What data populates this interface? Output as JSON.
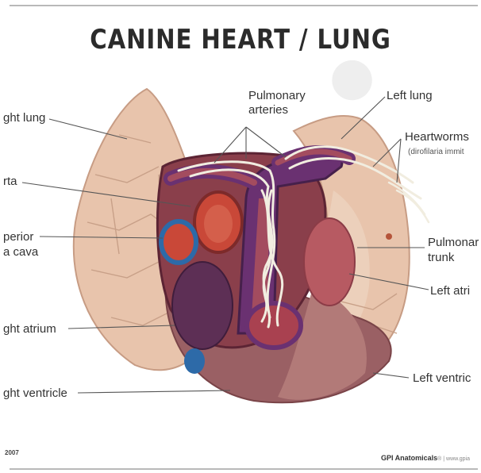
{
  "title": "CANINE HEART / LUNG",
  "labels": {
    "right_lung": "ght lung",
    "pulmonary_arteries_1": "Pulmonary",
    "pulmonary_arteries_2": "arteries",
    "left_lung": "Left lung",
    "heartworms": "Heartworms",
    "heartworms_sci": "(dirofilaria immit",
    "aorta": "rta",
    "superior_vena_cava_1": "perior",
    "superior_vena_cava_2": "a cava",
    "pulmonary_trunk_1": "Pulmonar",
    "pulmonary_trunk_2": "trunk",
    "left_atrium": "Left atri",
    "right_atrium": "ght atrium",
    "left_ventricle": "Left ventric",
    "right_ventricle": "ght ventricle"
  },
  "footer": {
    "year": "2007",
    "brand": "GPI Anatomicals",
    "brand_suffix": "® | www.gpia"
  },
  "colors": {
    "lung": "#e9c6ae",
    "heart_muscle": "#8d4b53",
    "vessel_purple": "#5b2d6a",
    "vessel_blue": "#2d6aa8",
    "worm": "#f1ede0"
  }
}
